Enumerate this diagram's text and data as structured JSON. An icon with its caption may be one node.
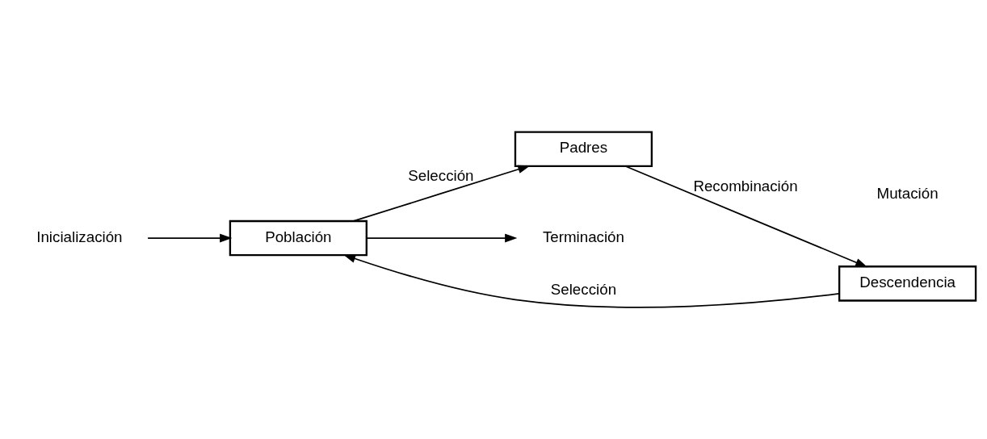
{
  "diagram": {
    "nodes": [
      {
        "text": [
          "Inicialización"
        ]
      },
      {
        "text": [
          "Población"
        ]
      },
      {
        "text": [
          "Padres"
        ]
      },
      {
        "text": [
          "Descendencia"
        ]
      },
      {
        "text": [
          "Terminación"
        ]
      }
    ],
    "edges": [
      {
        "from": 0,
        "to": 1,
        "arrow": "to"
      },
      {
        "from": 1,
        "to": 4,
        "arrow": "to"
      },
      {
        "from": 1,
        "to": 2,
        "arrow": "to",
        "label": "Selección"
      },
      {
        "from": 2,
        "to": 3,
        "arrow": "to",
        "label": "Recombinación"
      },
      {
        "from": 3,
        "to": 1,
        "arrow": "to",
        "label": "Selección"
      }
    ],
    "labels": [
      "Mutación"
    ]
  }
}
